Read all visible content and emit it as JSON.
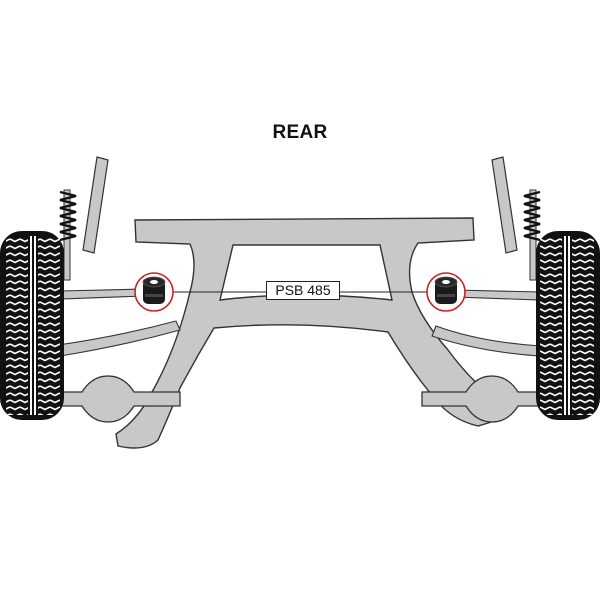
{
  "diagram": {
    "title": "REAR",
    "part_label": "PSB 485",
    "colors": {
      "body_fill": "#c8c8c8",
      "outline": "#333333",
      "tyre": "#111111",
      "bush_ring": "#cc2222",
      "bush": "#1a1a1a"
    },
    "highlighted_bushes": [
      "left-bush",
      "right-bush"
    ]
  }
}
